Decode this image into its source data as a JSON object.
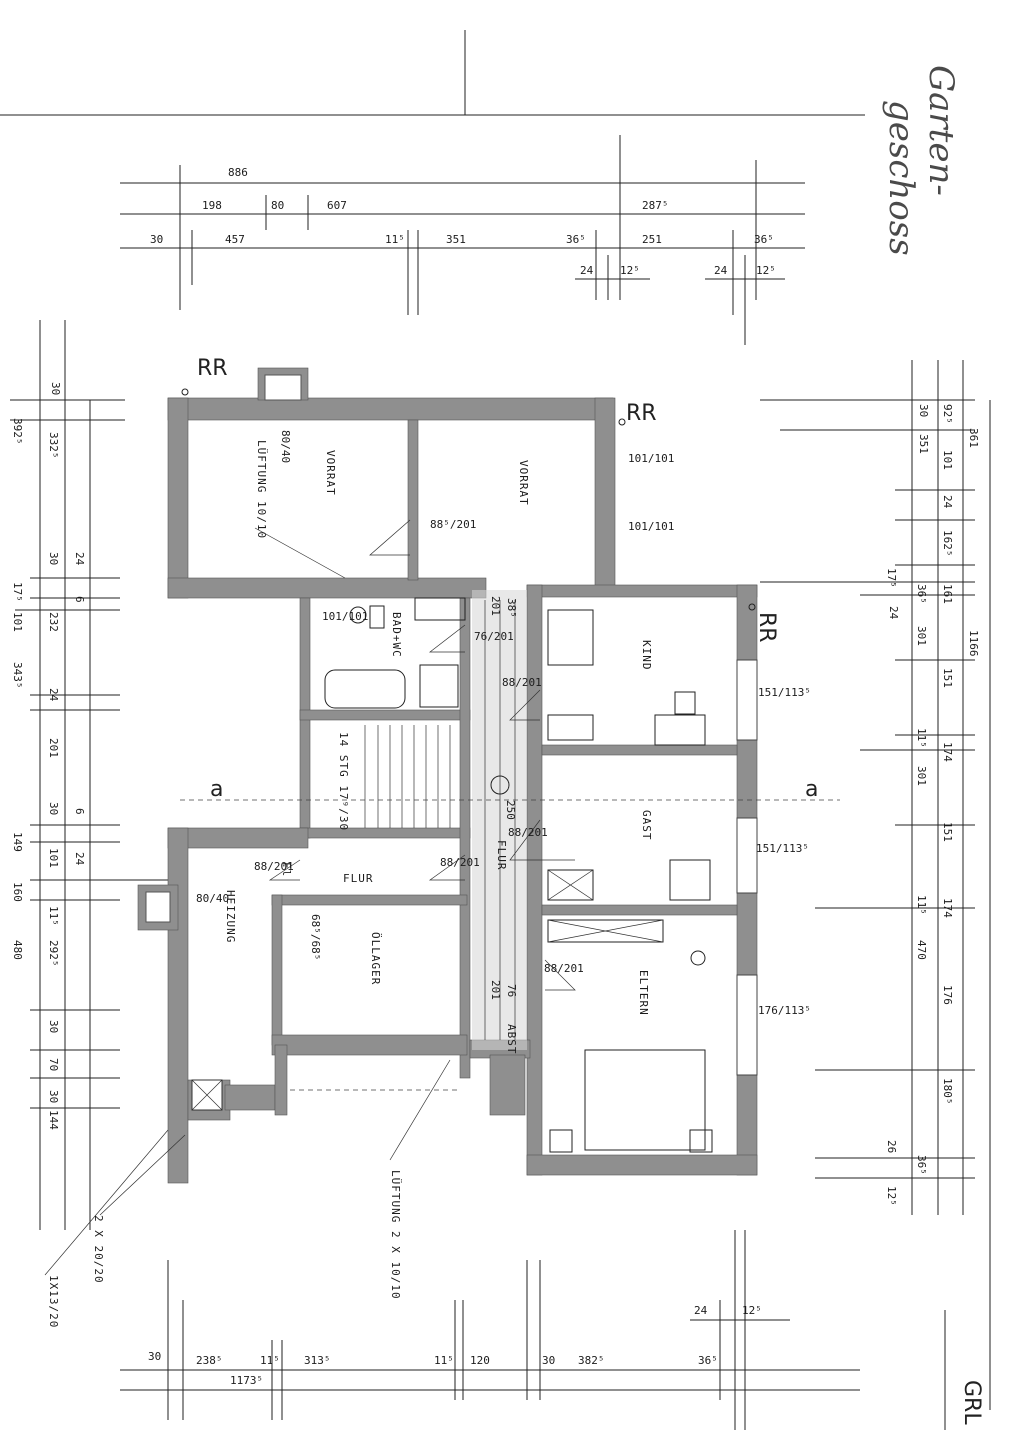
{
  "title": "Garten-geschoss",
  "title_lines": [
    "Garten-",
    "geschoss"
  ],
  "corner_mark": "GRL",
  "section_mark": "a",
  "chimney_label": "RR",
  "rooms": {
    "vorrat": "VORRAT",
    "bad_wc": "BAD+WC",
    "kind": "KIND",
    "gast": "GAST",
    "eltern": "ELTERN",
    "flur": "FLUR",
    "heizung": "HEIZUNG",
    "oellager": "ÖLLAGER",
    "stairs": "14 STG 17⁹/30",
    "fl": "Fl",
    "abst": "ABST",
    "lueftung_small": "LÜFTUNG 10/10",
    "lueftung_big": "LÜFTUNG 2 X 10/10",
    "ventilation_a": "2 X 20/20",
    "ventilation_b": "1X13/20"
  },
  "dimensions": {
    "top": [
      "886",
      "198",
      "80",
      "607",
      "287⁵",
      "30",
      "457",
      "11⁵",
      "351",
      "36⁵",
      "251",
      "36⁵",
      "24",
      "12⁵",
      "24",
      "12⁵"
    ],
    "bottom": [
      "30",
      "238⁵",
      "11⁵",
      "313⁵",
      "11⁵",
      "120",
      "30",
      "382⁵",
      "36⁵",
      "24",
      "12⁵",
      "1173⁵"
    ],
    "left": [
      "30",
      "392⁵",
      "332⁵",
      "30",
      "24",
      "6",
      "17⁵",
      "101",
      "232",
      "343⁵",
      "24",
      "201",
      "30",
      "6",
      "149",
      "101",
      "24",
      "160",
      "11⁵",
      "292⁵",
      "480",
      "30",
      "70",
      "30",
      "144"
    ],
    "right": [
      "30",
      "351",
      "92⁵",
      "361",
      "101",
      "24",
      "162⁵",
      "17⁵",
      "36⁵",
      "161",
      "24",
      "301",
      "1166",
      "151",
      "11⁵",
      "174",
      "301",
      "151",
      "11⁵",
      "174",
      "470",
      "176",
      "180⁵",
      "26",
      "36⁵",
      "12⁵"
    ],
    "openings": [
      "101/101",
      "101/101",
      "88⁵/201",
      "101/101",
      "76/201",
      "88/201",
      "151/113⁵",
      "88/201",
      "151/113⁵",
      "88/201",
      "88/201",
      "88/201",
      "176/113⁵",
      "80/40",
      "80/40",
      "68⁵/68⁵",
      "201",
      "38⁵",
      "250",
      "201",
      "76"
    ]
  }
}
